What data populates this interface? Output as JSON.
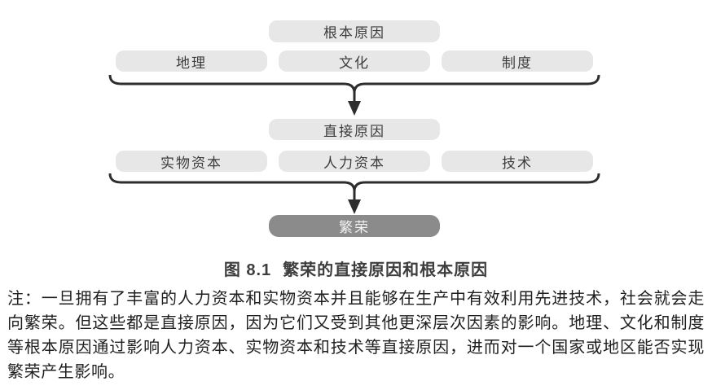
{
  "figure": {
    "caption": {
      "label": "图 8.1",
      "title": "繁荣的直接原因和根本原因"
    },
    "diagram": {
      "colors": {
        "box_light": "#e7e7e7",
        "box_dark": "#8b8b8b",
        "box_text": "#3c3c3c",
        "box_dark_text": "#f2f2f2",
        "line": "#2d2d2d"
      },
      "root_causes": {
        "header": "根本原因",
        "items": [
          {
            "label": "地理"
          },
          {
            "label": "文化"
          },
          {
            "label": "制度"
          }
        ]
      },
      "direct_causes": {
        "header": "直接原因",
        "items": [
          {
            "label": "实物资本"
          },
          {
            "label": "人力资本"
          },
          {
            "label": "技术"
          }
        ]
      },
      "outcome": {
        "label": "繁荣"
      }
    },
    "note": {
      "text": "注：一旦拥有了丰富的人力资本和实物资本并且能够在生产中有效利用先进技术，社会就会走向繁荣。但这些都是直接原因，因为它们又受到其他更深层次因素的影响。地理、文化和制度等根本原因通过影响人力资本、实物资本和技术等直接原因，进而对一个国家或地区能否实现繁荣产生影响。"
    }
  }
}
